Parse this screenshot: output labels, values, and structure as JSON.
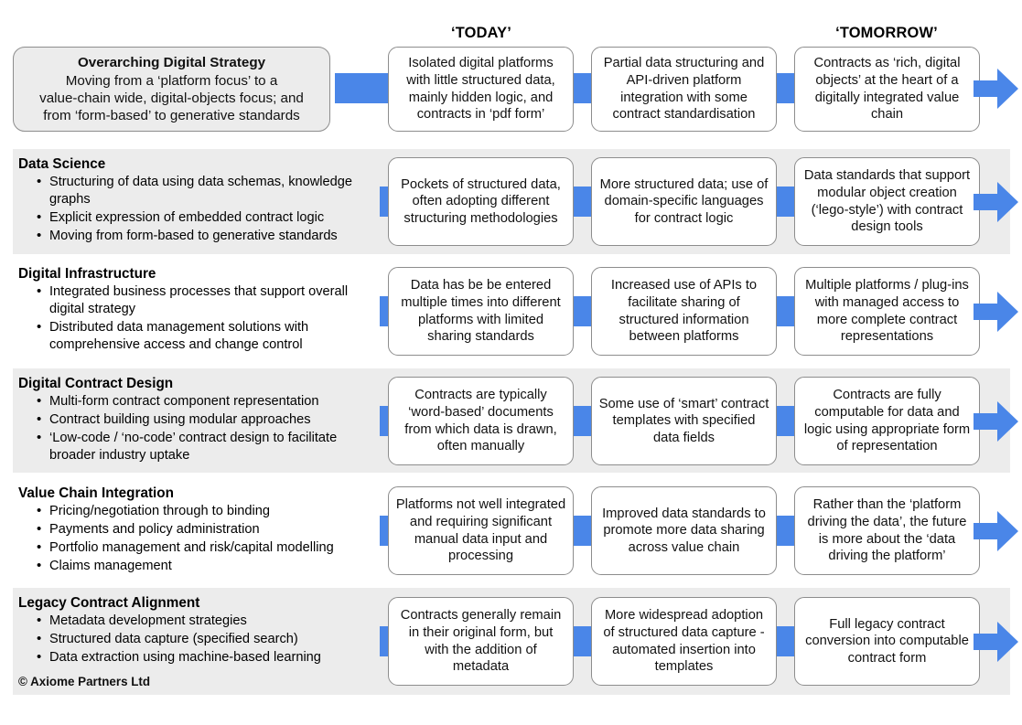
{
  "eras": {
    "today": "‘TODAY’",
    "tomorrow": "‘TOMORROW’"
  },
  "strategy": {
    "title": "Overarching Digital Strategy",
    "line1": "Moving from a ‘platform focus’ to a",
    "line2": "value-chain wide, digital-objects focus; and",
    "line3": "from ‘form-based’ to generative standards"
  },
  "header_stages": [
    "Isolated digital platforms with little structured data, mainly hidden logic, and contracts in ‘pdf form’",
    "Partial data structuring and API-driven platform integration with some contract standardisation",
    "Contracts as ‘rich, digital objects’ at the heart of a digitally integrated value chain"
  ],
  "rows": [
    {
      "title": "Data Science",
      "bullets": [
        "Structuring of data using data schemas, knowledge graphs",
        "Explicit expression of embedded contract logic",
        "Moving from form-based to generative standards"
      ],
      "stages": [
        "Pockets of structured data, often adopting different structuring methodologies",
        "More structured data; use of domain-specific languages for contract logic",
        "Data standards that support modular object creation (‘lego-style’) with contract design tools"
      ]
    },
    {
      "title": "Digital Infrastructure",
      "bullets": [
        "Integrated business processes that support overall digital strategy",
        "Distributed data management solutions with comprehensive access and change control"
      ],
      "stages": [
        "Data has be be entered multiple times into different platforms with limited sharing standards",
        "Increased use of APIs to facilitate sharing of structured information between platforms",
        "Multiple platforms / plug-ins with managed access to more complete contract representations"
      ]
    },
    {
      "title": "Digital Contract Design",
      "bullets": [
        "Multi-form contract component representation",
        "Contract building using modular approaches",
        "‘Low-code / ‘no-code’ contract design to facilitate broader industry uptake"
      ],
      "stages": [
        "Contracts are typically ‘word-based’ documents from which data is drawn, often manually",
        "Some use of ‘smart’ contract templates with specified data fields",
        "Contracts are fully computable for data and logic using appropriate form of representation"
      ]
    },
    {
      "title": "Value Chain Integration",
      "bullets": [
        "Pricing/negotiation through to binding",
        "Payments and policy administration",
        "Portfolio management and risk/capital modelling",
        "Claims management"
      ],
      "stages": [
        "Platforms not well integrated and requiring significant manual data input and processing",
        "Improved data standards to promote more data sharing across value chain",
        "Rather than the ‘platform driving the data’, the future is more about the ‘data driving the platform’"
      ]
    },
    {
      "title": "Legacy Contract Alignment",
      "bullets": [
        "Metadata development strategies",
        "Structured data capture (specified search)",
        "Data extraction using machine-based learning"
      ],
      "stages": [
        "Contracts generally remain in their original form, but with the addition of metadata",
        "More widespread adoption of structured data capture - automated insertion into templates",
        "Full legacy contract conversion into computable contract form"
      ]
    }
  ],
  "copyright": "© Axiome Partners Ltd",
  "colors": {
    "connector_blue": "#4a86e8",
    "band_shade": "#ececec",
    "box_border": "#8d8d8d"
  }
}
